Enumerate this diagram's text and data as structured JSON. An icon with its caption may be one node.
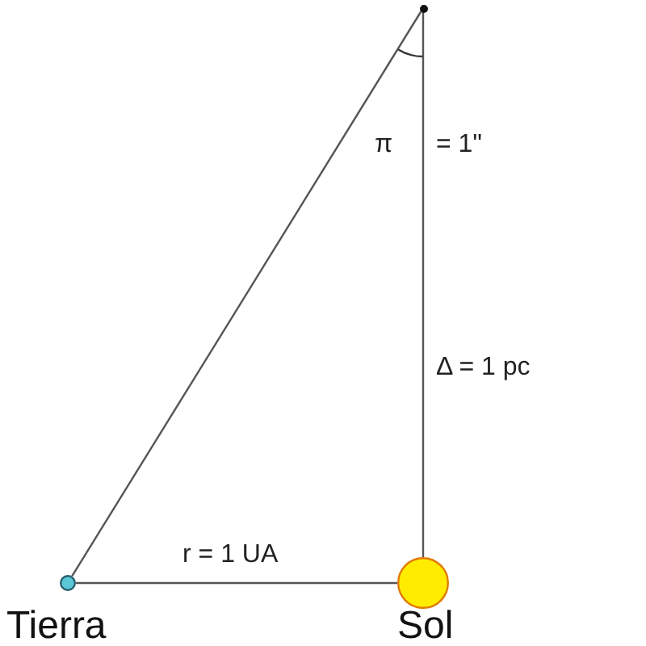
{
  "diagram": {
    "nodes": [
      {
        "text": [],
        "shape": "circle"
      },
      {
        "text": [],
        "shape": "circle",
        "beside": [
          "Tierra"
        ]
      },
      {
        "text": [],
        "shape": "circle",
        "beside": [
          "Sol"
        ]
      }
    ],
    "edges": [
      {
        "from": 1,
        "to": 2,
        "arrow": "none",
        "label": "r = 1 UA"
      },
      {
        "from": 2,
        "to": 0,
        "arrow": "none",
        "label": "Δ = 1 pc"
      },
      {
        "from": 1,
        "to": 0,
        "arrow": "none"
      }
    ],
    "labels": [
      "π",
      "= 1\""
    ]
  }
}
